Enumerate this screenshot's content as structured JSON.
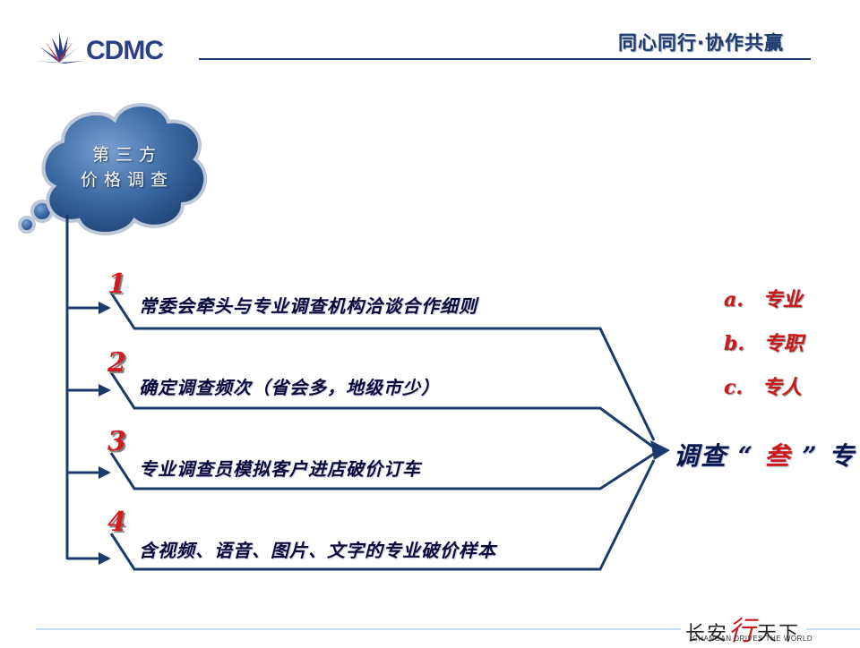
{
  "header": {
    "logo_text": "CDMC",
    "slogan": "同心同行·协作共赢"
  },
  "cloud": {
    "line1": "第三方",
    "line2": "价格调查"
  },
  "steps": [
    {
      "number": "1",
      "text": "常委会牵头与专业调查机构洽谈合作细则"
    },
    {
      "number": "2",
      "text": "确定调查频次（省会多，地级市少）"
    },
    {
      "number": "3",
      "text": "专业调查员模拟客户进店破价订车"
    },
    {
      "number": "4",
      "text": "含视频、语音、图片、文字的专业破价样本"
    }
  ],
  "sub_items": [
    {
      "marker": "a.",
      "text": "专业"
    },
    {
      "marker": "b.",
      "text": "专职"
    },
    {
      "marker": "c.",
      "text": "专人"
    }
  ],
  "summary": {
    "prefix": "调查",
    "open_quote": "“",
    "highlight": "叁",
    "close_quote": "”",
    "suffix": "专"
  },
  "footer": {
    "cn_left": "长安",
    "cn_mid": "行",
    "cn_right": "天下",
    "en": "CHANGAN DRIVES      THE WORLD"
  },
  "colors": {
    "accent_red": "#cc1818",
    "navy": "#1c3a6a",
    "cloud_fill": "#3c6aa3"
  }
}
